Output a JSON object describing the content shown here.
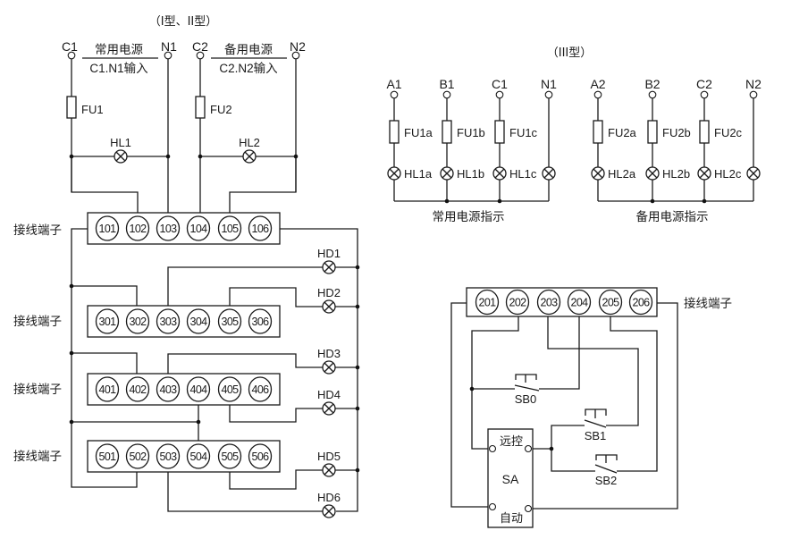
{
  "diagram": {
    "type_i_ii": {
      "title": "（I型、II型）",
      "normal_source": {
        "phase": "C1",
        "neutral": "N1",
        "label_top": "常用电源",
        "label_bottom": "C1.N1输入",
        "fuse": "FU1",
        "lamp": "HL1"
      },
      "standby_source": {
        "phase": "C2",
        "neutral": "N2",
        "label_top": "备用电源",
        "label_bottom": "C2.N2输入",
        "fuse": "FU2",
        "lamp": "HL2"
      },
      "terminal_label": "接线端子",
      "terminal_blocks": [
        {
          "id": "block-1",
          "terminals": [
            "101",
            "102",
            "103",
            "104",
            "105",
            "106"
          ]
        },
        {
          "id": "block-3",
          "terminals": [
            "301",
            "302",
            "303",
            "304",
            "305",
            "306"
          ]
        },
        {
          "id": "block-4",
          "terminals": [
            "401",
            "402",
            "403",
            "404",
            "405",
            "406"
          ]
        },
        {
          "id": "block-5",
          "terminals": [
            "501",
            "502",
            "503",
            "504",
            "505",
            "506"
          ]
        }
      ],
      "indicator_lamps": [
        "HD1",
        "HD2",
        "HD3",
        "HD4",
        "HD5",
        "HD6"
      ]
    },
    "type_iii": {
      "title": "（III型）",
      "normal_group": {
        "terminals": [
          "A1",
          "B1",
          "C1",
          "N1"
        ],
        "fuses": [
          "FU1a",
          "FU1b",
          "FU1c"
        ],
        "lamps": [
          "HL1a",
          "HL1b",
          "HL1c"
        ],
        "caption": "常用电源指示"
      },
      "standby_group": {
        "terminals": [
          "A2",
          "B2",
          "C2",
          "N2"
        ],
        "fuses": [
          "FU2a",
          "FU2b",
          "FU2c"
        ],
        "lamps": [
          "HL2a",
          "HL2b",
          "HL2c"
        ],
        "caption": "备用电源指示"
      }
    },
    "control": {
      "terminal_block": {
        "terminals": [
          "201",
          "202",
          "203",
          "204",
          "205",
          "206"
        ],
        "label": "接线端子"
      },
      "buttons": [
        "SB0",
        "SB1",
        "SB2"
      ],
      "selector": {
        "name": "SA",
        "position_top": "远控",
        "position_bottom": "自动"
      }
    }
  }
}
